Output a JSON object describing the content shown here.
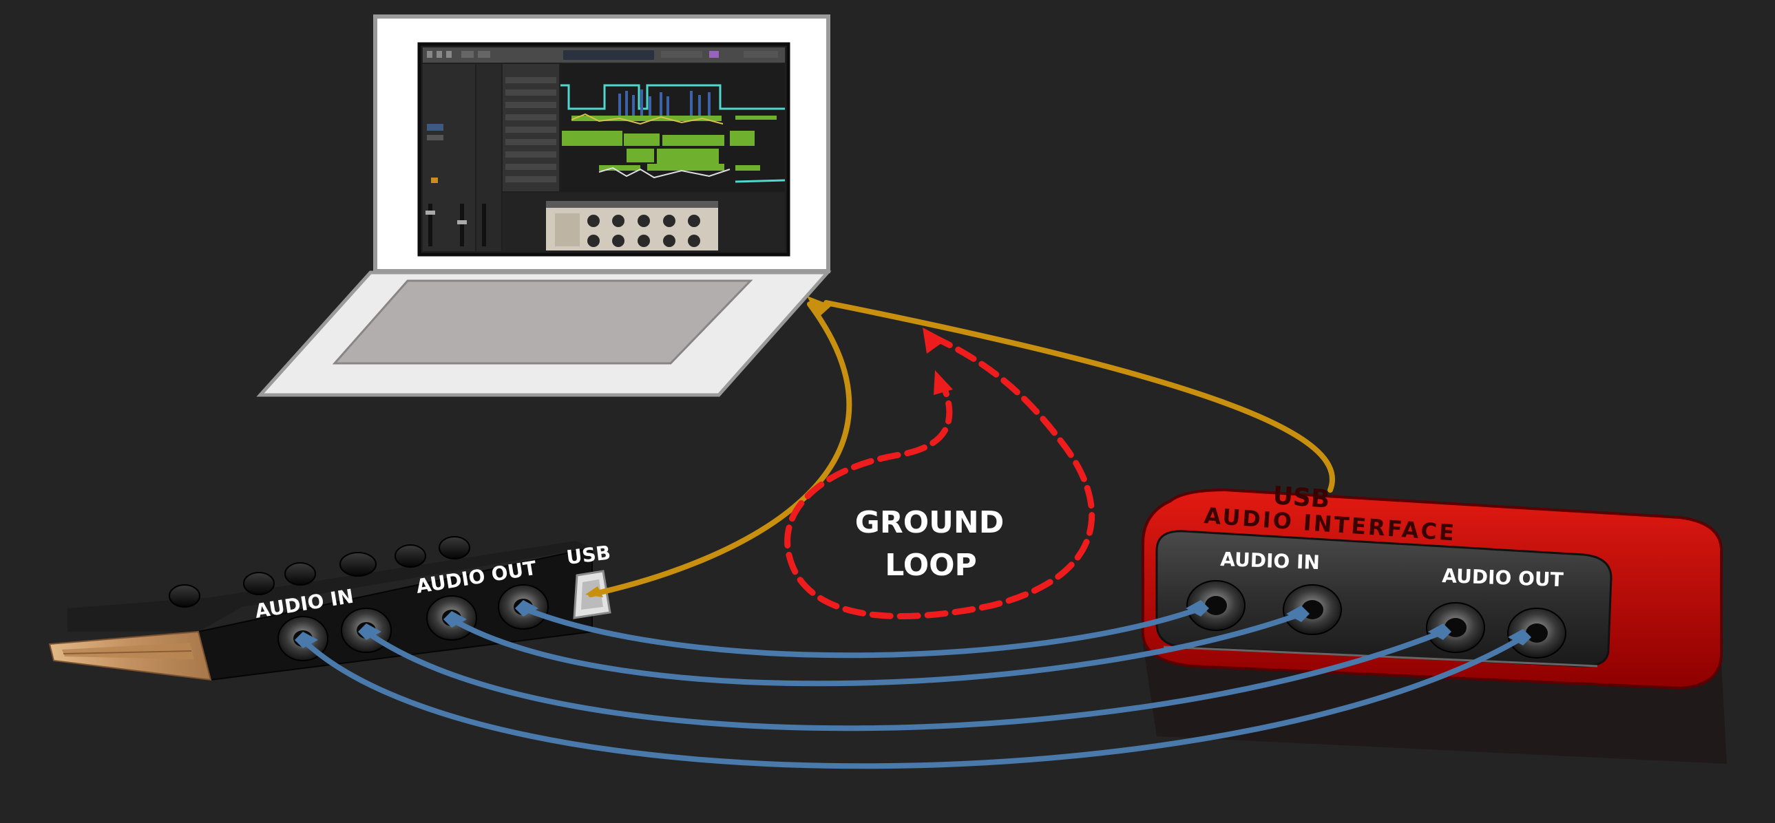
{
  "colors": {
    "background": "#242424",
    "usb_cable": "#c8900e",
    "audio_cable": "#4a7aab",
    "ground_loop": "#ee1c1c",
    "interface_body": "#c40000",
    "console_body": "#121212",
    "wood": "#c99a63"
  },
  "laptop": {
    "screen_icon": "daw-screen-icon"
  },
  "console": {
    "audio_in_label": "AUDIO IN",
    "audio_out_label": "AUDIO OUT",
    "usb_label": "USB"
  },
  "interface": {
    "title_line1": "USB",
    "title_line2": "AUDIO INTERFACE",
    "audio_in_label": "AUDIO IN",
    "audio_out_label": "AUDIO OUT"
  },
  "ground_loop": {
    "line1": "GROUND",
    "line2": "LOOP"
  }
}
